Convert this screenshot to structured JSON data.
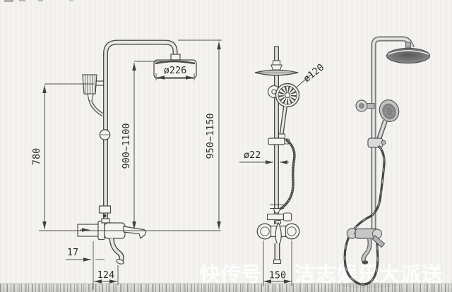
{
  "colors": {
    "background": "#f4f3f0",
    "line": "#3f3f3f",
    "watermark": "#ffffff",
    "floor": "#d8d7d2"
  },
  "watermark": {
    "left_text": "快传号",
    "right_text": "洁志娱乐大派送"
  },
  "front_view": {
    "labels": {
      "holder_height": "780",
      "rail_height": "900~1100",
      "total_height": "950~1150",
      "head_diameter": "ø226",
      "wall_offset": "17",
      "spout_reach": "124"
    }
  },
  "side_view": {
    "labels": {
      "hand_shower_diameter": "ø120",
      "pipe_diameter": "ø22",
      "inlet_center_distance": "150"
    }
  }
}
